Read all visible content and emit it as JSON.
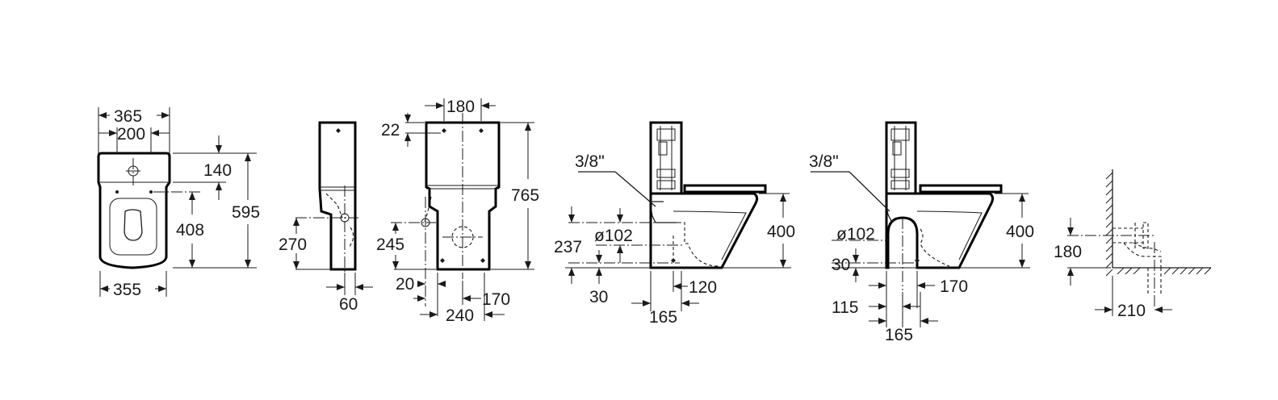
{
  "labels": {
    "top_w365": "365",
    "top_w200": "200",
    "top_h140": "140",
    "top_h408": "408",
    "top_h595": "595",
    "top_w355": "355",
    "side_h270": "270",
    "side_w60": "60",
    "front_w180": "180",
    "front_h22": "22",
    "front_h765": "765",
    "front_h245": "245",
    "front_w20": "20",
    "front_w170": "170",
    "front_w240": "240",
    "s1_thread": "3/8\"",
    "s1_dia": "ø102",
    "s1_h237": "237",
    "s1_h30": "30",
    "s1_h400": "400",
    "s1_w120": "120",
    "s1_w165": "165",
    "s2_thread": "3/8\"",
    "s2_dia": "ø102",
    "s2_h30": "30",
    "s2_h400": "400",
    "s2_w170": "170",
    "s2_w115": "115",
    "s2_w165": "165",
    "pipe_h180": "180",
    "pipe_w210": "210"
  }
}
